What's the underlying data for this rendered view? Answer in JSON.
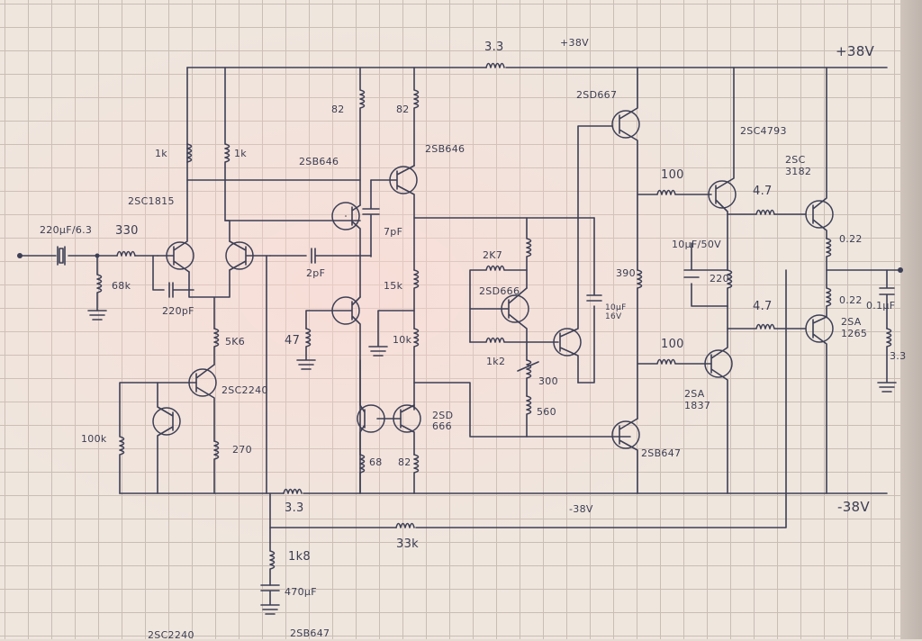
{
  "labels": {
    "cap_input": "220µF/6.3",
    "r_input": "330",
    "r_68k": "68k",
    "q1": "2SC1815",
    "r_1k_a": "1k",
    "r_1k_b": "1k",
    "c_220pf": "220pF",
    "r_5k6": "5K6",
    "q_vbe": "2SC2240",
    "r_100k": "100k",
    "r_270": "270",
    "r_3r3_bottom": "3.3",
    "r_1k8": "1k8",
    "c_470uf": "470µF",
    "r_33k": "33k",
    "r_82_a": "82",
    "r_82_b": "82",
    "q_2sb646_a": "2SB646",
    "q_2sb646_b": "2SB646",
    "c_7pf": "7pF",
    "c_2pf": "2pF",
    "r_47": "47",
    "r_15k": "15k",
    "r_10k": "10k",
    "r_68": "68",
    "r_82_c": "82",
    "q_2sd666_mirror": "2SD\n666",
    "r_2k7": "2K7",
    "q_2sd666_bias": "2SD666",
    "r_1k2": "1k2",
    "pot_300": "300",
    "r_560": "560",
    "c_10uf16": "10µF\n16V",
    "r_390": "390",
    "q_2sd667": "2SD667",
    "q_2sb647": "2SB647",
    "r_3r3_top": "3.3",
    "rail_top_mid": "+38V",
    "rail_top_right": "+38V",
    "rail_bottom_mid": "-38V",
    "rail_bottom_right": "-38V",
    "r_100_a": "100",
    "r_100_b": "100",
    "q_2sc4793": "2SC4793",
    "c_10uf50": "10µF/50V",
    "r_220": "220",
    "r_4r7_a": "4.7",
    "r_4r7_b": "4.7",
    "q_2sa1837": "2SA\n1837",
    "q_2sc3182": "2SC\n3182",
    "r_0r22_a": "0.22",
    "r_0r22_b": "0.22",
    "q_2sa1265": "2SA\n1265",
    "c_0r1uf": "0.1µF",
    "r_3r3_zobel": "3.3",
    "footer_a": "2SC2240",
    "footer_b": "2SB647"
  }
}
